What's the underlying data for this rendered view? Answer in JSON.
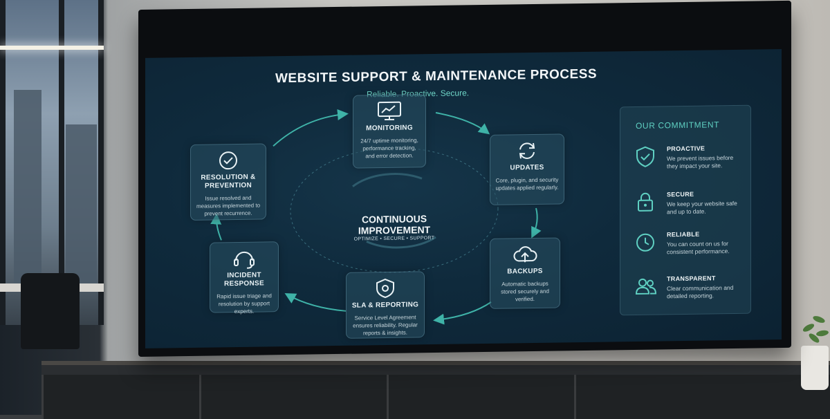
{
  "header": {
    "title": "WEBSITE SUPPORT & MAINTENANCE PROCESS",
    "subtitle": "Reliable. Proactive. Secure."
  },
  "center": {
    "title": "CONTINUOUS IMPROVEMENT",
    "subtitle": "OPTIMIZE • SECURE • SUPPORT"
  },
  "cycle": [
    {
      "title": "MONITORING",
      "desc": "24/7 uptime monitoring, performance tracking, and error detection.",
      "icon": "monitor-chart-icon"
    },
    {
      "title": "UPDATES",
      "desc": "Core, plugin, and security updates applied regularly.",
      "icon": "refresh-icon"
    },
    {
      "title": "BACKUPS",
      "desc": "Automatic backups stored securely and verified.",
      "icon": "cloud-upload-icon"
    },
    {
      "title": "SLA & REPORTING",
      "desc": "Service Level Agreement ensures reliability. Regular reports & insights.",
      "icon": "shield-icon"
    },
    {
      "title": "INCIDENT RESPONSE",
      "desc": "Rapid issue triage and resolution by support experts.",
      "icon": "headset-icon"
    },
    {
      "title": "RESOLUTION & PREVENTION",
      "desc": "Issue resolved and measures implemented to prevent recurrence.",
      "icon": "check-circle-icon"
    }
  ],
  "commitment": {
    "heading": "OUR COMMITMENT",
    "items": [
      {
        "title": "PROACTIVE",
        "desc": "We prevent issues before they impact your site.",
        "icon": "shield-check-icon"
      },
      {
        "title": "SECURE",
        "desc": "We keep your website safe and up to date.",
        "icon": "lock-icon"
      },
      {
        "title": "RELIABLE",
        "desc": "You can count on us for consistent performance.",
        "icon": "clock-icon"
      },
      {
        "title": "TRANSPARENT",
        "desc": "Clear communication and detailed reporting.",
        "icon": "users-icon"
      }
    ]
  },
  "colors": {
    "accent": "#5fd0c2",
    "screen": "#0f2a3c",
    "card": "#284e60"
  }
}
